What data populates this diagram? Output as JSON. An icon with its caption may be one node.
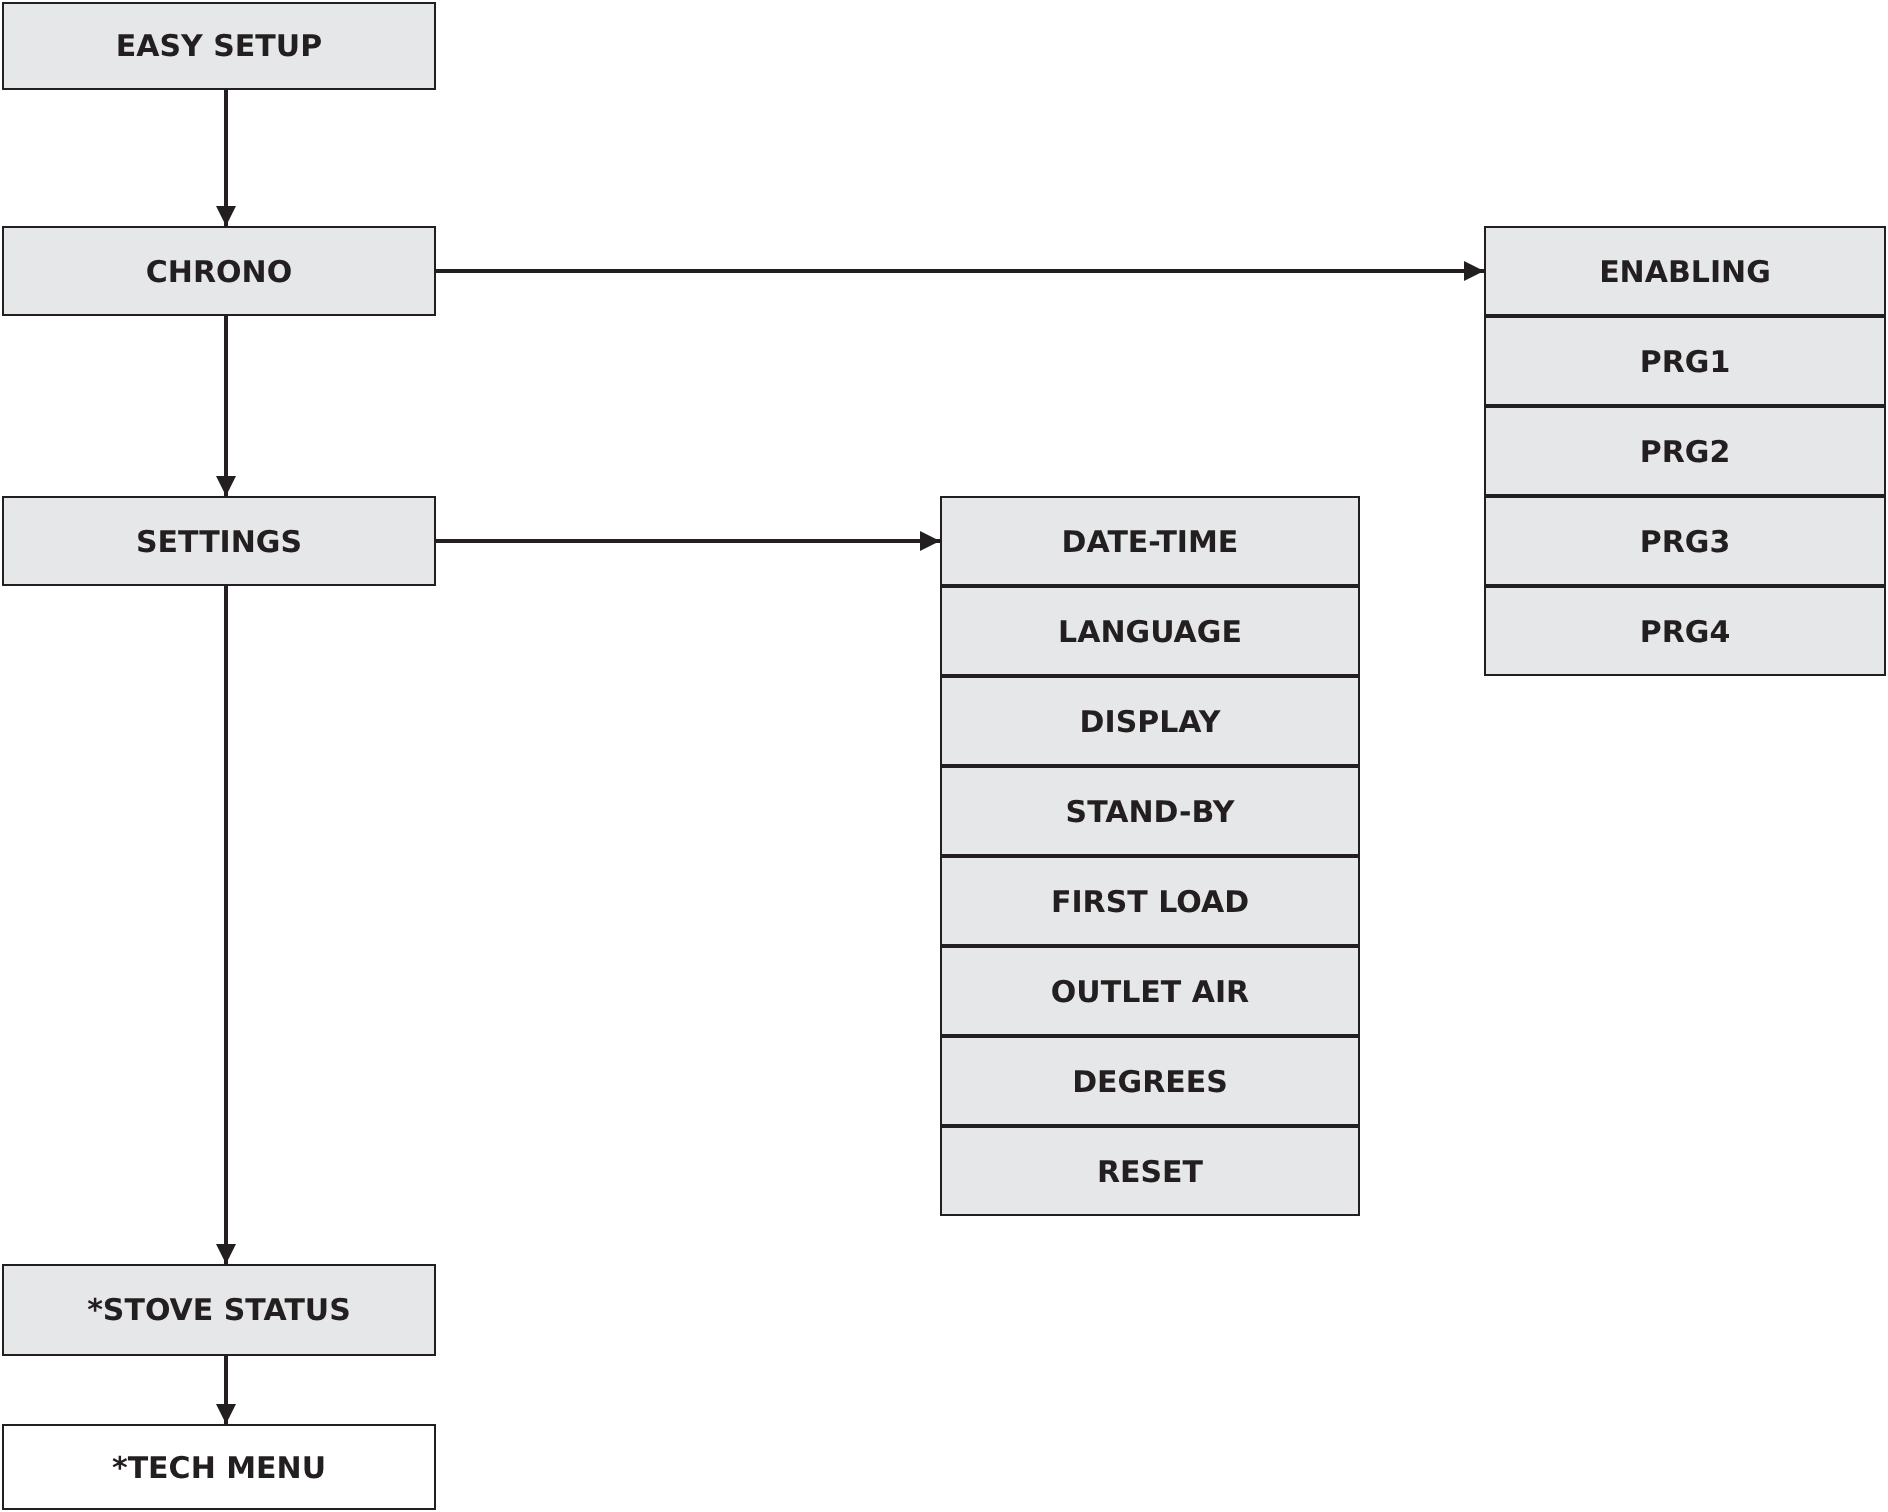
{
  "diagram": {
    "nodes": [
      {
        "text": [
          "EASY SETUP"
        ]
      },
      {
        "text": [
          "CHRONO"
        ]
      },
      {
        "text": [
          "ENABLING"
        ]
      },
      {
        "text": [
          "PRG1"
        ]
      },
      {
        "text": [
          "PRG2"
        ]
      },
      {
        "text": [
          "PRG3"
        ]
      },
      {
        "text": [
          "PRG4"
        ]
      },
      {
        "text": [
          "SETTINGS"
        ]
      },
      {
        "text": [
          "DATE-TIME"
        ]
      },
      {
        "text": [
          "LANGUAGE"
        ]
      },
      {
        "text": [
          "DISPLAY"
        ]
      },
      {
        "text": [
          "STAND-BY"
        ]
      },
      {
        "text": [
          "FIRST LOAD"
        ]
      },
      {
        "text": [
          "OUTLET AIR"
        ]
      },
      {
        "text": [
          "DEGREES"
        ]
      },
      {
        "text": [
          "RESET"
        ]
      },
      {
        "text": [
          "*STOVE STATUS"
        ]
      },
      {
        "text": [
          "*TECH MENU"
        ]
      }
    ],
    "edges": [
      {
        "from": 0,
        "to": 1,
        "arrow": "to"
      },
      {
        "from": 1,
        "to": 2,
        "arrow": "to"
      },
      {
        "from": 1,
        "to": 7,
        "arrow": "to"
      },
      {
        "from": 7,
        "to": 8,
        "arrow": "to"
      },
      {
        "from": 7,
        "to": 16,
        "arrow": "to"
      },
      {
        "from": 16,
        "to": 17,
        "arrow": "to"
      }
    ]
  }
}
